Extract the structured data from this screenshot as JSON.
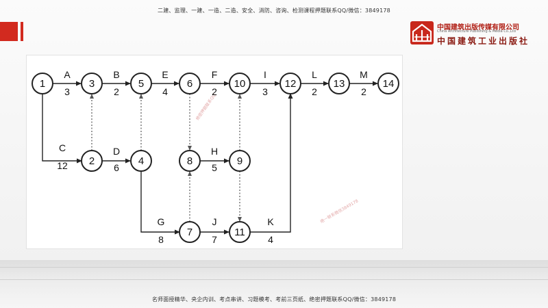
{
  "header": {
    "text": "二建、监理、一建、一造、二造、安全、消防、咨询、检测课程押题联系QQ/微信：3849178"
  },
  "footer": {
    "text": "名师面授精华、央企内训、考点串讲、习题模考、考前三页纸、绝密押题联系QQ/微信：3849178"
  },
  "logo": {
    "name_cn": "中国建筑出版传媒有限公司",
    "name_en": "China Architecture Publishing & Media Co.,Ltd",
    "brand_cn": "中国建筑工业出版社",
    "icon": "publisher-logo-icon",
    "color": "#b01e14"
  },
  "accent_color": "#d22a1f",
  "watermarks": [
    "绝密押题联系QQ",
    "绝一联系微信3849178"
  ],
  "network": {
    "nodes": [
      {
        "id": "1",
        "label": "1"
      },
      {
        "id": "3",
        "label": "3"
      },
      {
        "id": "5",
        "label": "5"
      },
      {
        "id": "6",
        "label": "6"
      },
      {
        "id": "10",
        "label": "10"
      },
      {
        "id": "12",
        "label": "12"
      },
      {
        "id": "13",
        "label": "13"
      },
      {
        "id": "14",
        "label": "14"
      },
      {
        "id": "2",
        "label": "2"
      },
      {
        "id": "4",
        "label": "4"
      },
      {
        "id": "8",
        "label": "8"
      },
      {
        "id": "9",
        "label": "9"
      },
      {
        "id": "7",
        "label": "7"
      },
      {
        "id": "11",
        "label": "11"
      }
    ],
    "activities": [
      {
        "name": "A",
        "duration": "3",
        "from": "1",
        "to": "3"
      },
      {
        "name": "B",
        "duration": "2",
        "from": "3",
        "to": "5"
      },
      {
        "name": "E",
        "duration": "4",
        "from": "5",
        "to": "6"
      },
      {
        "name": "F",
        "duration": "2",
        "from": "6",
        "to": "10"
      },
      {
        "name": "I",
        "duration": "3",
        "from": "10",
        "to": "12"
      },
      {
        "name": "L",
        "duration": "2",
        "from": "12",
        "to": "13"
      },
      {
        "name": "M",
        "duration": "2",
        "from": "13",
        "to": "14"
      },
      {
        "name": "C",
        "duration": "12",
        "from": "1",
        "to": "2"
      },
      {
        "name": "D",
        "duration": "6",
        "from": "2",
        "to": "4"
      },
      {
        "name": "H",
        "duration": "5",
        "from": "8",
        "to": "9"
      },
      {
        "name": "G",
        "duration": "8",
        "from": "4",
        "to": "7"
      },
      {
        "name": "J",
        "duration": "7",
        "from": "7",
        "to": "11"
      },
      {
        "name": "K",
        "duration": "4",
        "from": "11",
        "to": "12"
      }
    ],
    "dummies": [
      {
        "from": "2",
        "to": "3"
      },
      {
        "from": "4",
        "to": "5"
      },
      {
        "from": "6",
        "to": "8"
      },
      {
        "from": "7",
        "to": "8"
      },
      {
        "from": "9",
        "to": "10"
      },
      {
        "from": "9",
        "to": "11"
      }
    ]
  }
}
